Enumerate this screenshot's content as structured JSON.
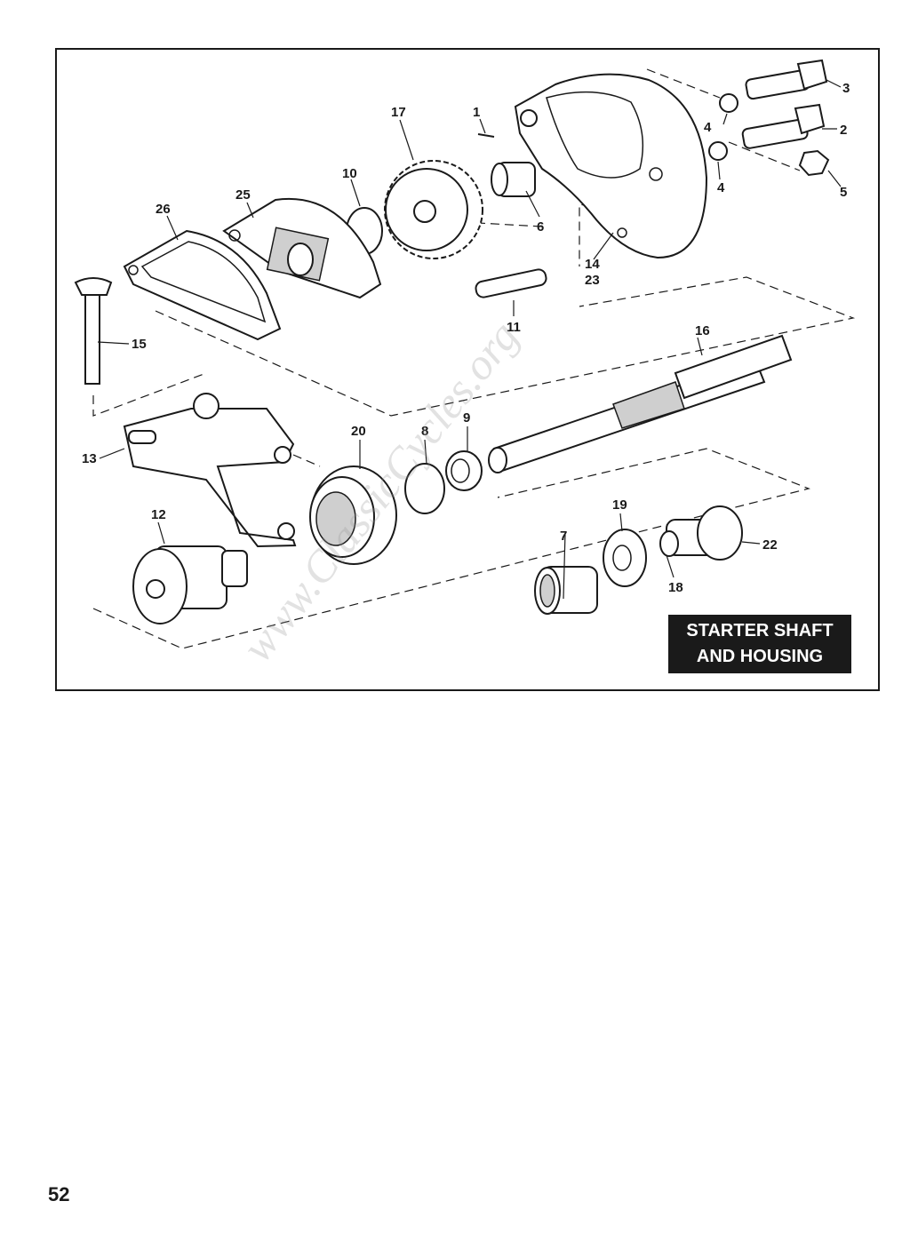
{
  "diagram": {
    "title_line1": "STARTER SHAFT",
    "title_line2": "AND HOUSING",
    "callouts": {
      "p1": "1",
      "p2": "2",
      "p3": "3",
      "p4a": "4",
      "p4b": "4",
      "p5": "5",
      "p6": "6",
      "p7": "7",
      "p8": "8",
      "p9": "9",
      "p10": "10",
      "p11": "11",
      "p12": "12",
      "p13": "13",
      "p14": "14",
      "p15": "15",
      "p16": "16",
      "p17": "17",
      "p18": "18",
      "p19": "19",
      "p20": "20",
      "p22": "22",
      "p23": "23",
      "p25": "25",
      "p26": "26"
    }
  },
  "watermark": "www.ClassicCycles.org",
  "page_number": "52"
}
